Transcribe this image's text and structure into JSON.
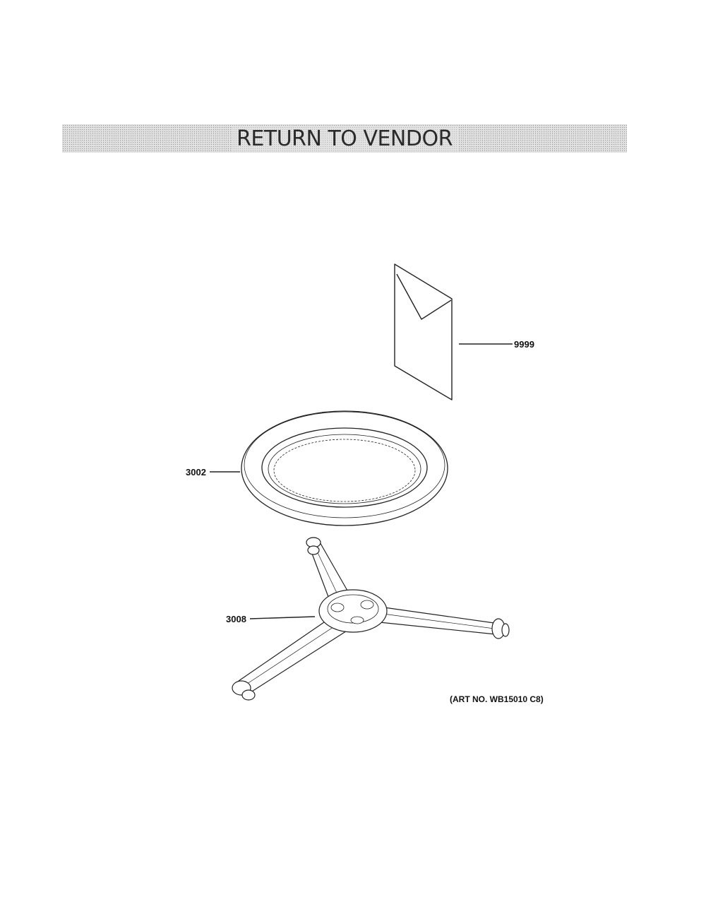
{
  "banner": {
    "title": "RETURN TO VENDOR"
  },
  "parts": [
    {
      "id": "9999"
    },
    {
      "id": "3002"
    },
    {
      "id": "3008"
    }
  ],
  "art_number": "(ART NO. WB15010 C8)"
}
